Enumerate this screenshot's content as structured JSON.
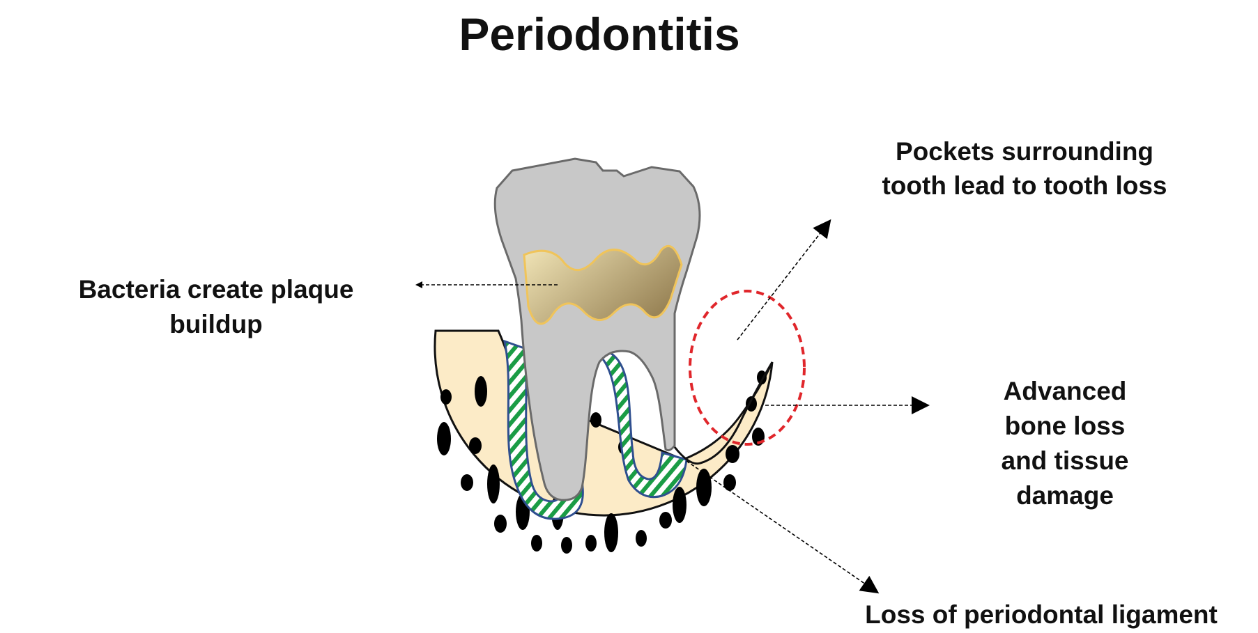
{
  "title": "Periodontitis",
  "labels": {
    "plaque": [
      "Bacteria create plaque",
      "buildup"
    ],
    "pockets": [
      "Pockets surrounding",
      "tooth lead to tooth loss"
    ],
    "bone_loss": [
      "Advanced",
      "bone loss",
      "and tissue",
      "damage"
    ],
    "ligament": "Loss of periodontal ligament"
  },
  "colors": {
    "tooth": "#c8c8c8",
    "tooth_outline": "#6a6a6a",
    "bone": "#fcebc7",
    "bone_pores": "#000000",
    "ligament_stripes": "#1a9c45",
    "gum_line": "#2f4f8f",
    "plaque_light": "#f2e6b8",
    "plaque_dark": "#9a8558",
    "plaque_outline": "#f0c45a",
    "pocket_circle": "#e0262b"
  }
}
